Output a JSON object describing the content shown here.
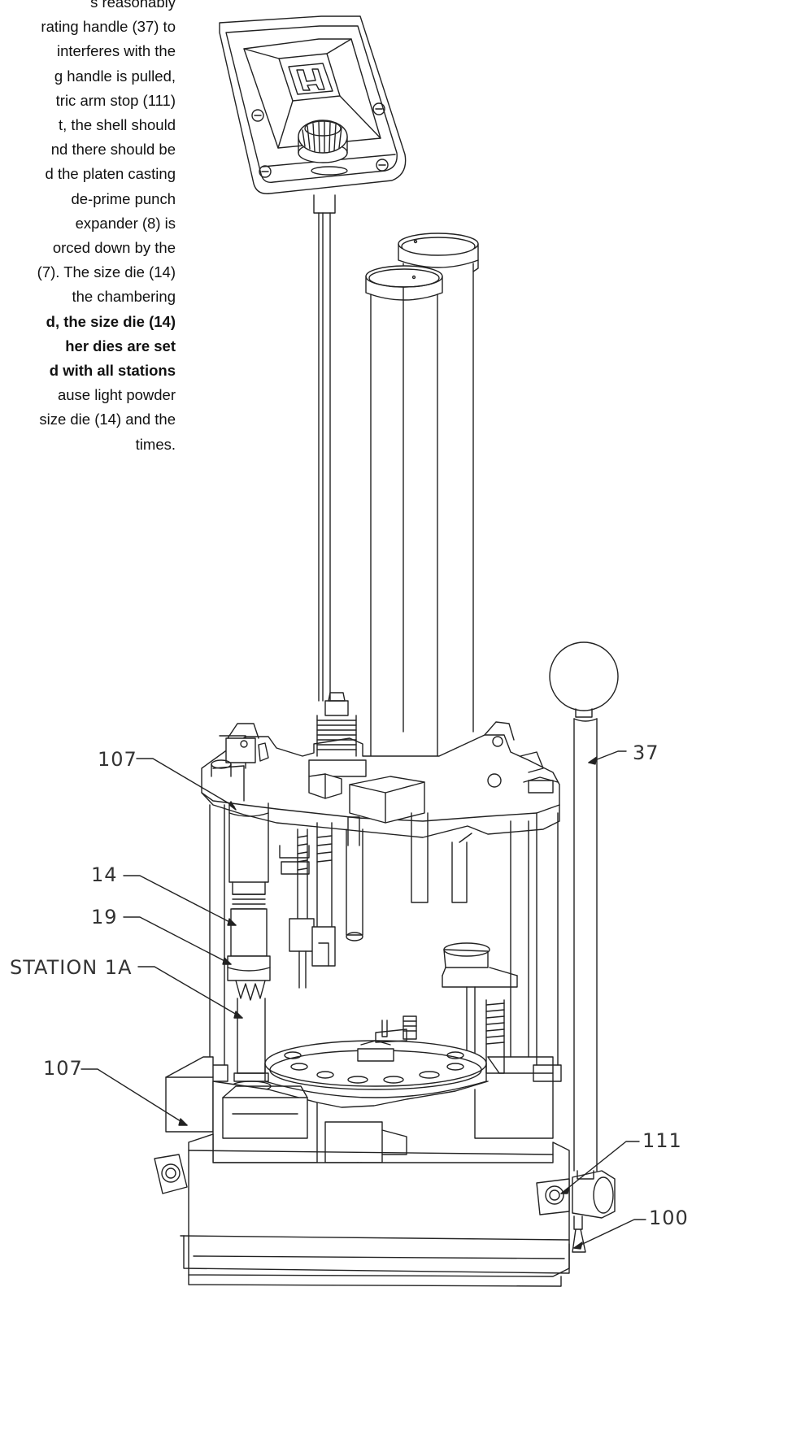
{
  "instructions": {
    "lines": [
      {
        "text": "s reasonably",
        "bold": false
      },
      {
        "text": "rating handle (37) to",
        "bold": false
      },
      {
        "text": "interferes with the",
        "bold": false
      },
      {
        "text": "g handle is pulled,",
        "bold": false
      },
      {
        "text": "tric arm stop (111)",
        "bold": false
      },
      {
        "text": "t, the shell should",
        "bold": false
      },
      {
        "text": "nd there should be",
        "bold": false
      },
      {
        "text": "d the platen casting",
        "bold": false
      },
      {
        "text": "de-prime punch",
        "bold": false
      },
      {
        "text": "expander (8) is",
        "bold": false
      },
      {
        "text": "orced down by the",
        "bold": false
      },
      {
        "text": "(7). The size die (14)",
        "bold": false
      },
      {
        "text": "the chambering",
        "bold": false
      },
      {
        "text": "d, the size die (14)",
        "bold": true
      },
      {
        "text": "her dies are set",
        "bold": true
      },
      {
        "text": "d with all stations",
        "bold": true
      },
      {
        "text": "ause light powder",
        "bold": false
      },
      {
        "text": "size die (14) and the",
        "bold": false
      },
      {
        "text": "times.",
        "bold": false
      }
    ]
  },
  "callouts": {
    "platen_upper": "107",
    "handle": "37",
    "size_die": "14",
    "lock_ring": "19",
    "station": "STATION  1A",
    "platen_lower": "107",
    "arm_stop": "111",
    "base": "100"
  },
  "colors": {
    "line": "#222222",
    "text": "#111111"
  }
}
